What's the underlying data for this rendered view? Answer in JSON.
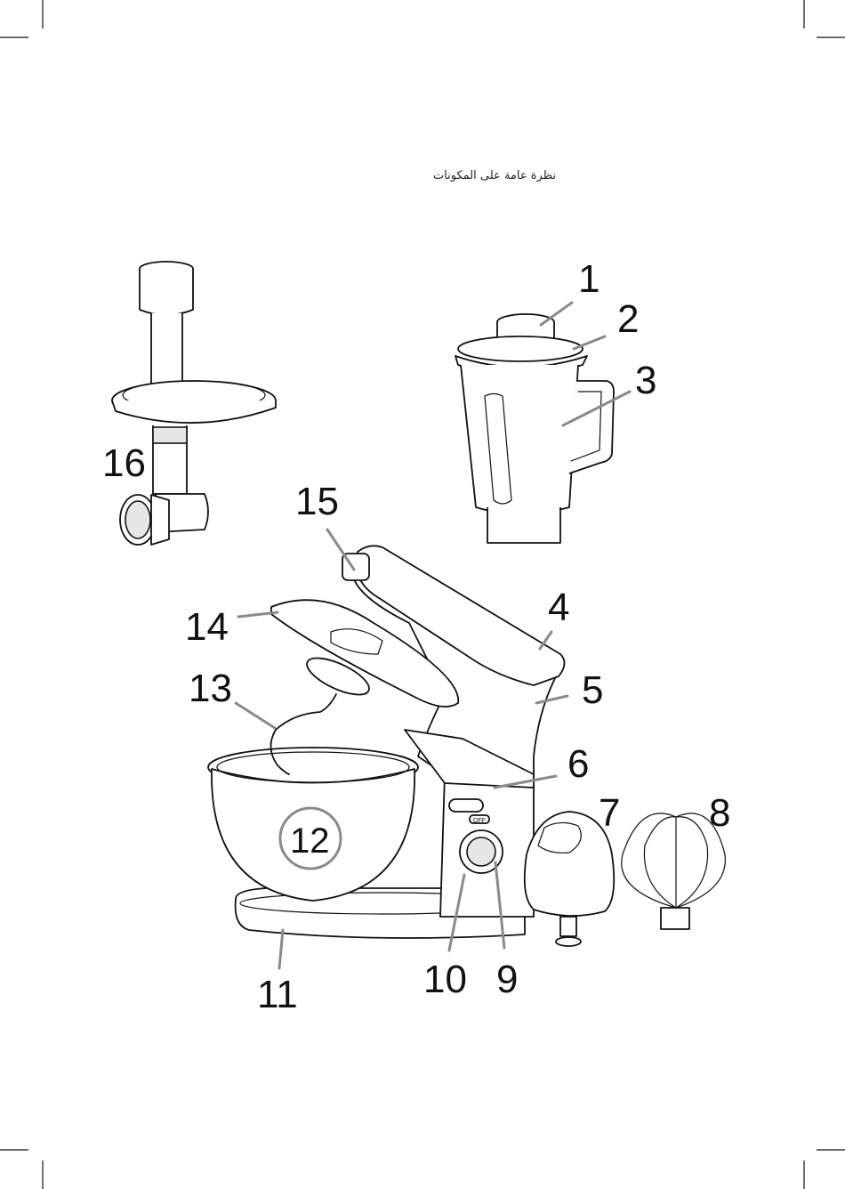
{
  "page": {
    "heading": "نظرة عامة على المكونات"
  },
  "diagram": {
    "labels": [
      "1",
      "2",
      "3",
      "4",
      "5",
      "6",
      "7",
      "8",
      "9",
      "10",
      "11",
      "12",
      "13",
      "14",
      "15",
      "16"
    ],
    "dial_off_label": "OFF"
  },
  "colors": {
    "line": "#111111",
    "leader": "#8a8a8a",
    "background": "#ffffff"
  }
}
